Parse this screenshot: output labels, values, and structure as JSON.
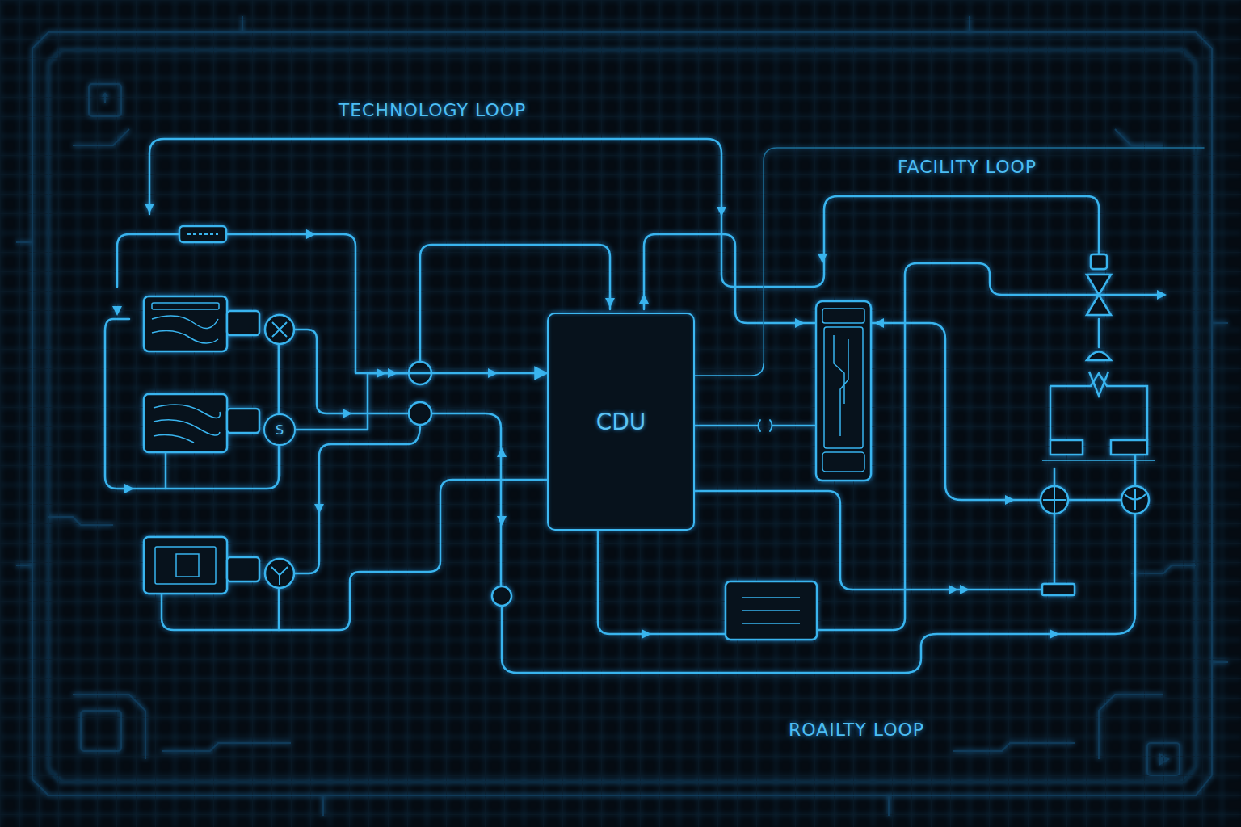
{
  "diagram": {
    "nodes": [
      {
        "text": [
          "CDU"
        ]
      },
      {
        "text": [
          "S"
        ]
      }
    ],
    "edges": [
      {
        "from": 1,
        "to": 0,
        "arrow": "to"
      }
    ],
    "labels": [
      "TECHNOLOGY LOOP",
      "FACILITY LOOP",
      "ROAILTY LOOP"
    ]
  }
}
